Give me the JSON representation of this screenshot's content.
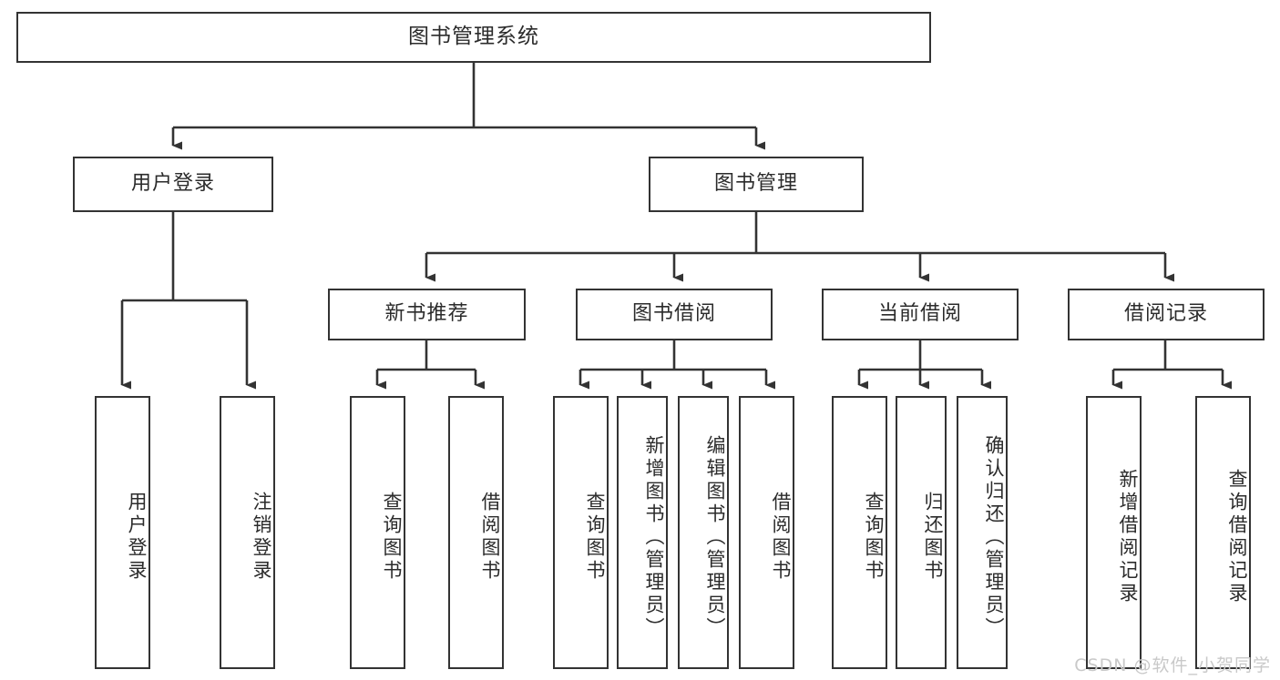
{
  "diagram": {
    "title": "图书管理系统",
    "type": "tree-hierarchy-chart",
    "root": {
      "label": "图书管理系统"
    },
    "level2": [
      {
        "label": "用户登录"
      },
      {
        "label": "图书管理"
      }
    ],
    "level3": [
      {
        "label": "新书推荐"
      },
      {
        "label": "图书借阅"
      },
      {
        "label": "当前借阅"
      },
      {
        "label": "借阅记录"
      }
    ],
    "leaves": {
      "user_login": [
        {
          "label": "用户登录"
        },
        {
          "label": "注销登录"
        }
      ],
      "new_book_recommend": [
        {
          "label": "查询图书"
        },
        {
          "label": "借阅图书"
        }
      ],
      "book_borrow": [
        {
          "label": "查询图书"
        },
        {
          "label": "新增图书（管理员）"
        },
        {
          "label": "编辑图书（管理员）"
        },
        {
          "label": "借阅图书"
        }
      ],
      "current_borrow": [
        {
          "label": "查询图书"
        },
        {
          "label": "归还图书"
        },
        {
          "label": "确认归还（管理员）"
        }
      ],
      "borrow_record": [
        {
          "label": "新增借阅记录"
        },
        {
          "label": "查询借阅记录"
        }
      ]
    }
  },
  "watermark": {
    "text": "CSDN @软件_小贺同学"
  },
  "colors": {
    "border": "#333333",
    "background": "#ffffff",
    "text": "#2b2b2b",
    "watermark": "#c9c9c9"
  }
}
